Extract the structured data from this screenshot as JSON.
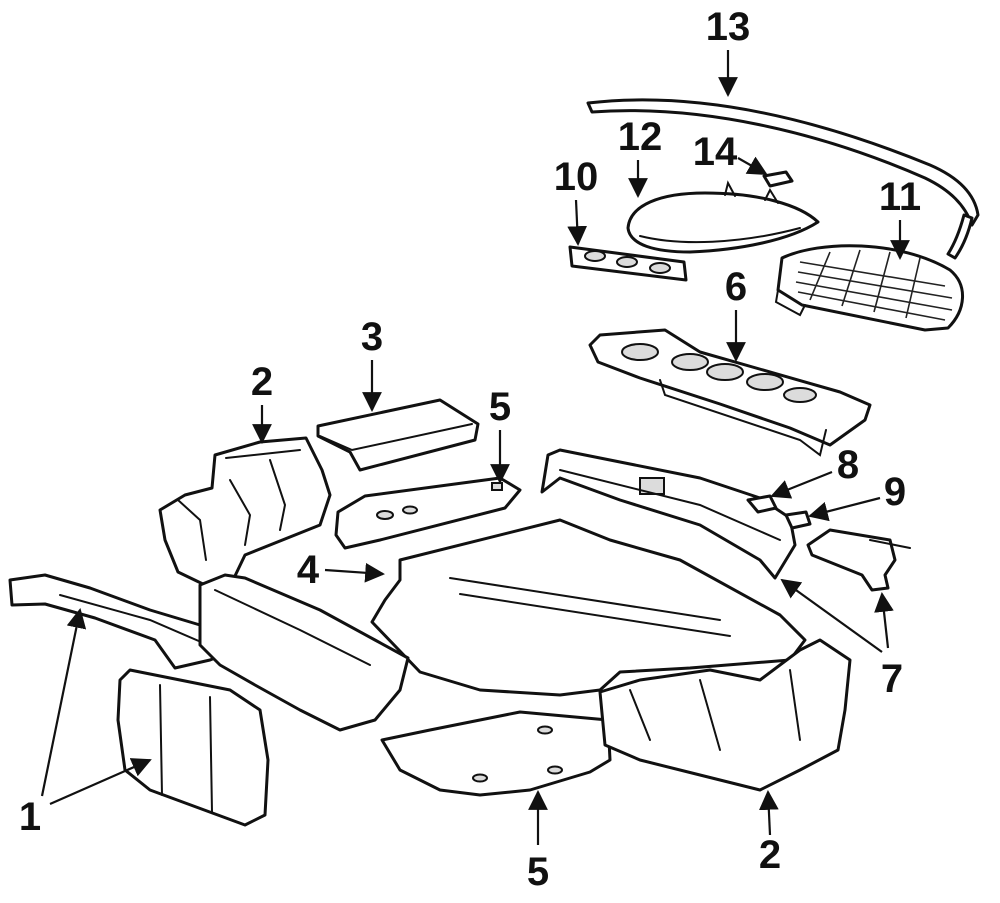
{
  "callouts": [
    {
      "id": "c1",
      "text": "1"
    },
    {
      "id": "c2a",
      "text": "2"
    },
    {
      "id": "c2b",
      "text": "2"
    },
    {
      "id": "c3",
      "text": "3"
    },
    {
      "id": "c4",
      "text": "4"
    },
    {
      "id": "c5a",
      "text": "5"
    },
    {
      "id": "c5b",
      "text": "5"
    },
    {
      "id": "c6",
      "text": "6"
    },
    {
      "id": "c7",
      "text": "7"
    },
    {
      "id": "c8",
      "text": "8"
    },
    {
      "id": "c9",
      "text": "9"
    },
    {
      "id": "c10",
      "text": "10"
    },
    {
      "id": "c11",
      "text": "11"
    },
    {
      "id": "c12",
      "text": "12"
    },
    {
      "id": "c13",
      "text": "13"
    },
    {
      "id": "c14",
      "text": "14"
    }
  ]
}
